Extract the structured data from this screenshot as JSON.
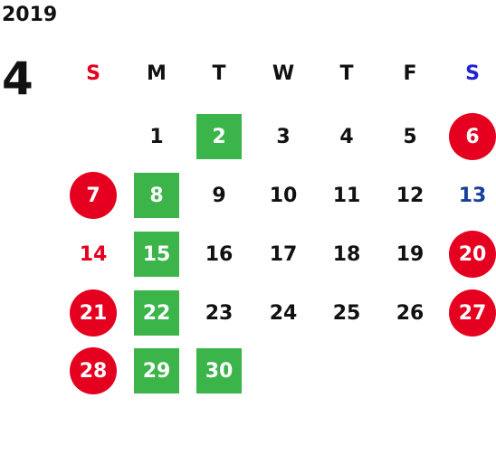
{
  "year": "2019",
  "month": "4",
  "weekdays": [
    "S",
    "M",
    "T",
    "W",
    "T",
    "F",
    "S"
  ],
  "days": [
    {
      "label": "1",
      "col": 1,
      "row": 0,
      "style": "normal"
    },
    {
      "label": "2",
      "col": 2,
      "row": 0,
      "style": "green-box"
    },
    {
      "label": "3",
      "col": 3,
      "row": 0,
      "style": "normal"
    },
    {
      "label": "4",
      "col": 4,
      "row": 0,
      "style": "normal"
    },
    {
      "label": "5",
      "col": 5,
      "row": 0,
      "style": "normal"
    },
    {
      "label": "6",
      "col": 6,
      "row": 0,
      "style": "red-circle"
    },
    {
      "label": "7",
      "col": 0,
      "row": 1,
      "style": "red-circle"
    },
    {
      "label": "8",
      "col": 1,
      "row": 1,
      "style": "green-box"
    },
    {
      "label": "9",
      "col": 2,
      "row": 1,
      "style": "normal"
    },
    {
      "label": "10",
      "col": 3,
      "row": 1,
      "style": "normal"
    },
    {
      "label": "11",
      "col": 4,
      "row": 1,
      "style": "normal"
    },
    {
      "label": "12",
      "col": 5,
      "row": 1,
      "style": "normal"
    },
    {
      "label": "13",
      "col": 6,
      "row": 1,
      "style": "blue-text"
    },
    {
      "label": "14",
      "col": 0,
      "row": 2,
      "style": "red-text"
    },
    {
      "label": "15",
      "col": 1,
      "row": 2,
      "style": "green-box"
    },
    {
      "label": "16",
      "col": 2,
      "row": 2,
      "style": "normal"
    },
    {
      "label": "17",
      "col": 3,
      "row": 2,
      "style": "normal"
    },
    {
      "label": "18",
      "col": 4,
      "row": 2,
      "style": "normal"
    },
    {
      "label": "19",
      "col": 5,
      "row": 2,
      "style": "normal"
    },
    {
      "label": "20",
      "col": 6,
      "row": 2,
      "style": "red-circle"
    },
    {
      "label": "21",
      "col": 0,
      "row": 3,
      "style": "red-circle"
    },
    {
      "label": "22",
      "col": 1,
      "row": 3,
      "style": "green-box"
    },
    {
      "label": "23",
      "col": 2,
      "row": 3,
      "style": "normal"
    },
    {
      "label": "24",
      "col": 3,
      "row": 3,
      "style": "normal"
    },
    {
      "label": "25",
      "col": 4,
      "row": 3,
      "style": "normal"
    },
    {
      "label": "26",
      "col": 5,
      "row": 3,
      "style": "normal"
    },
    {
      "label": "27",
      "col": 6,
      "row": 3,
      "style": "red-circle"
    },
    {
      "label": "28",
      "col": 0,
      "row": 4,
      "style": "red-circle"
    },
    {
      "label": "29",
      "col": 1,
      "row": 4,
      "style": "green-box"
    },
    {
      "label": "30",
      "col": 2,
      "row": 4,
      "style": "green-box"
    }
  ],
  "colors": {
    "holiday_red": "#e5001f",
    "saturday_blue": "#1f22d6",
    "green_box": "#3bb54a"
  }
}
